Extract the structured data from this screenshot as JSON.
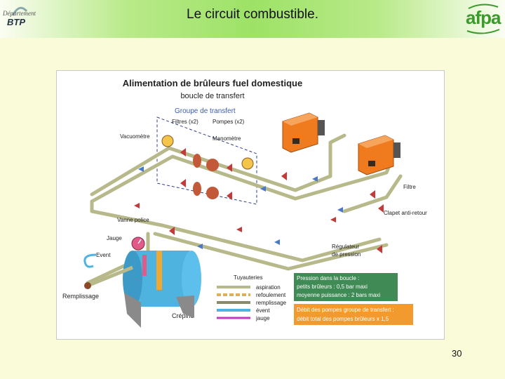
{
  "slide": {
    "title": "Le circuit combustible.",
    "page_number": "30"
  },
  "logos": {
    "left_line1": "Département",
    "left_line2": "BTP",
    "right_text": "afpa"
  },
  "diagram": {
    "title": "Alimentation de brûleurs fuel domestique",
    "subtitle": "boucle de transfert",
    "labels": {
      "groupe_transfert": "Groupe de transfert",
      "filtres": "Filtres (x2)",
      "pompes": "Pompes (x2)",
      "vacuometre": "Vacuomètre",
      "manometre": "Manomètre",
      "filtre": "Filtre",
      "clapet": "Clapet anti-retour",
      "vanne_police": "Vanne police",
      "jauge": "Jauge",
      "event": "Event",
      "regulateur_1": "Régulateur",
      "regulateur_2": "de pression",
      "remplissage": "Remplissage",
      "crepine": "Crépine"
    },
    "legend": {
      "title": "Tuyauteries",
      "items": [
        "aspiration",
        "refoulement",
        "remplissage",
        "évent",
        "jauge"
      ]
    },
    "info_green": [
      "Pression dans la boucle :",
      "petits brûleurs : 0,5 bar maxi",
      "moyenne puissance : 2 bars maxi"
    ],
    "info_orange": [
      "Débit des pompes groupe de transfert :",
      "débit total des pompes brûleurs x 1,5"
    ],
    "colors": {
      "pipe": "#b7b98a",
      "burner": "#f07a1e",
      "tank": "#4fb3e0",
      "support": "#8a8a8a",
      "green_box": "#3f8a55",
      "orange_box": "#f29a2e",
      "dashed_group": "#2e3d8c"
    }
  }
}
